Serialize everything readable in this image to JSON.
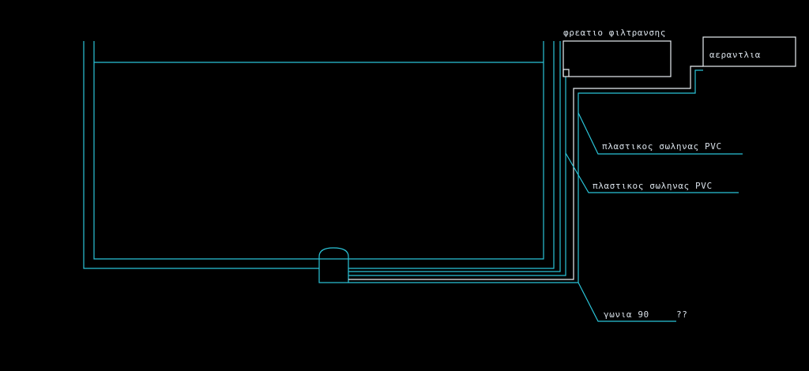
{
  "labels": {
    "filter_chamber": "φρεατιο φιλτρανσης",
    "air_pump": "αεραντλια",
    "pvc_pipe_1": "πλαστικος σωληνας PVC",
    "pvc_pipe_2": "πλαστικος σωληνας PVC",
    "elbow_90": "γωνια 90",
    "question": "??"
  },
  "colors": {
    "background": "#000000",
    "drawing_lines": "#2bc4d8",
    "pipe_lines": "#e8eef2",
    "text": "#d8e0e8"
  }
}
